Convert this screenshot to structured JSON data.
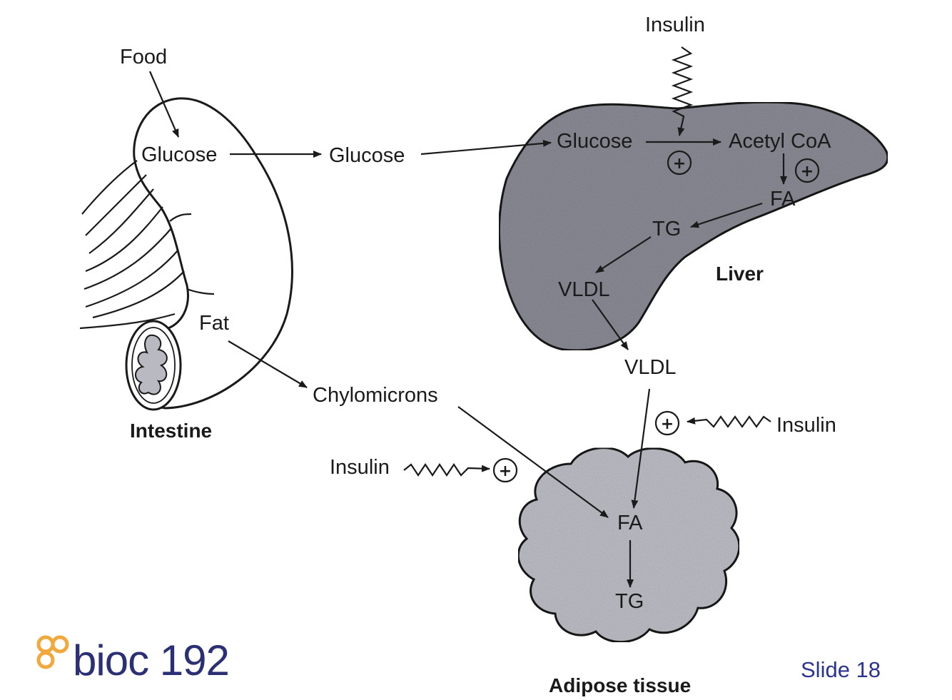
{
  "diagram": {
    "organs": {
      "intestine": "Intestine",
      "liver": "Liver",
      "adipose": "Adipose tissue"
    },
    "intestine_labels": {
      "food": "Food",
      "glucose": "Glucose",
      "fat": "Fat"
    },
    "blood_labels": {
      "glucose": "Glucose",
      "chylomicrons": "Chylomicrons",
      "vldl": "VLDL"
    },
    "liver_labels": {
      "glucose": "Glucose",
      "acetyl_coa": "Acetyl CoA",
      "fa": "FA",
      "tg": "TG",
      "vldl": "VLDL"
    },
    "adipose_labels": {
      "fa": "FA",
      "tg": "TG"
    },
    "insulin_labels": {
      "top": "Insulin",
      "right": "Insulin",
      "left": "Insulin"
    },
    "stimulation_symbol": "+",
    "colors": {
      "liver_fill": "#8f8f99",
      "adipose_fill": "#c3c3cb",
      "lumen_fill": "#b9b9c2",
      "ink": "#1a1a1a"
    }
  },
  "footer": {
    "logo_text": "bioc 192",
    "logo_colors": {
      "ring": "#f2a93b",
      "text": "#2b2f73"
    },
    "slide_number": "Slide 18"
  }
}
